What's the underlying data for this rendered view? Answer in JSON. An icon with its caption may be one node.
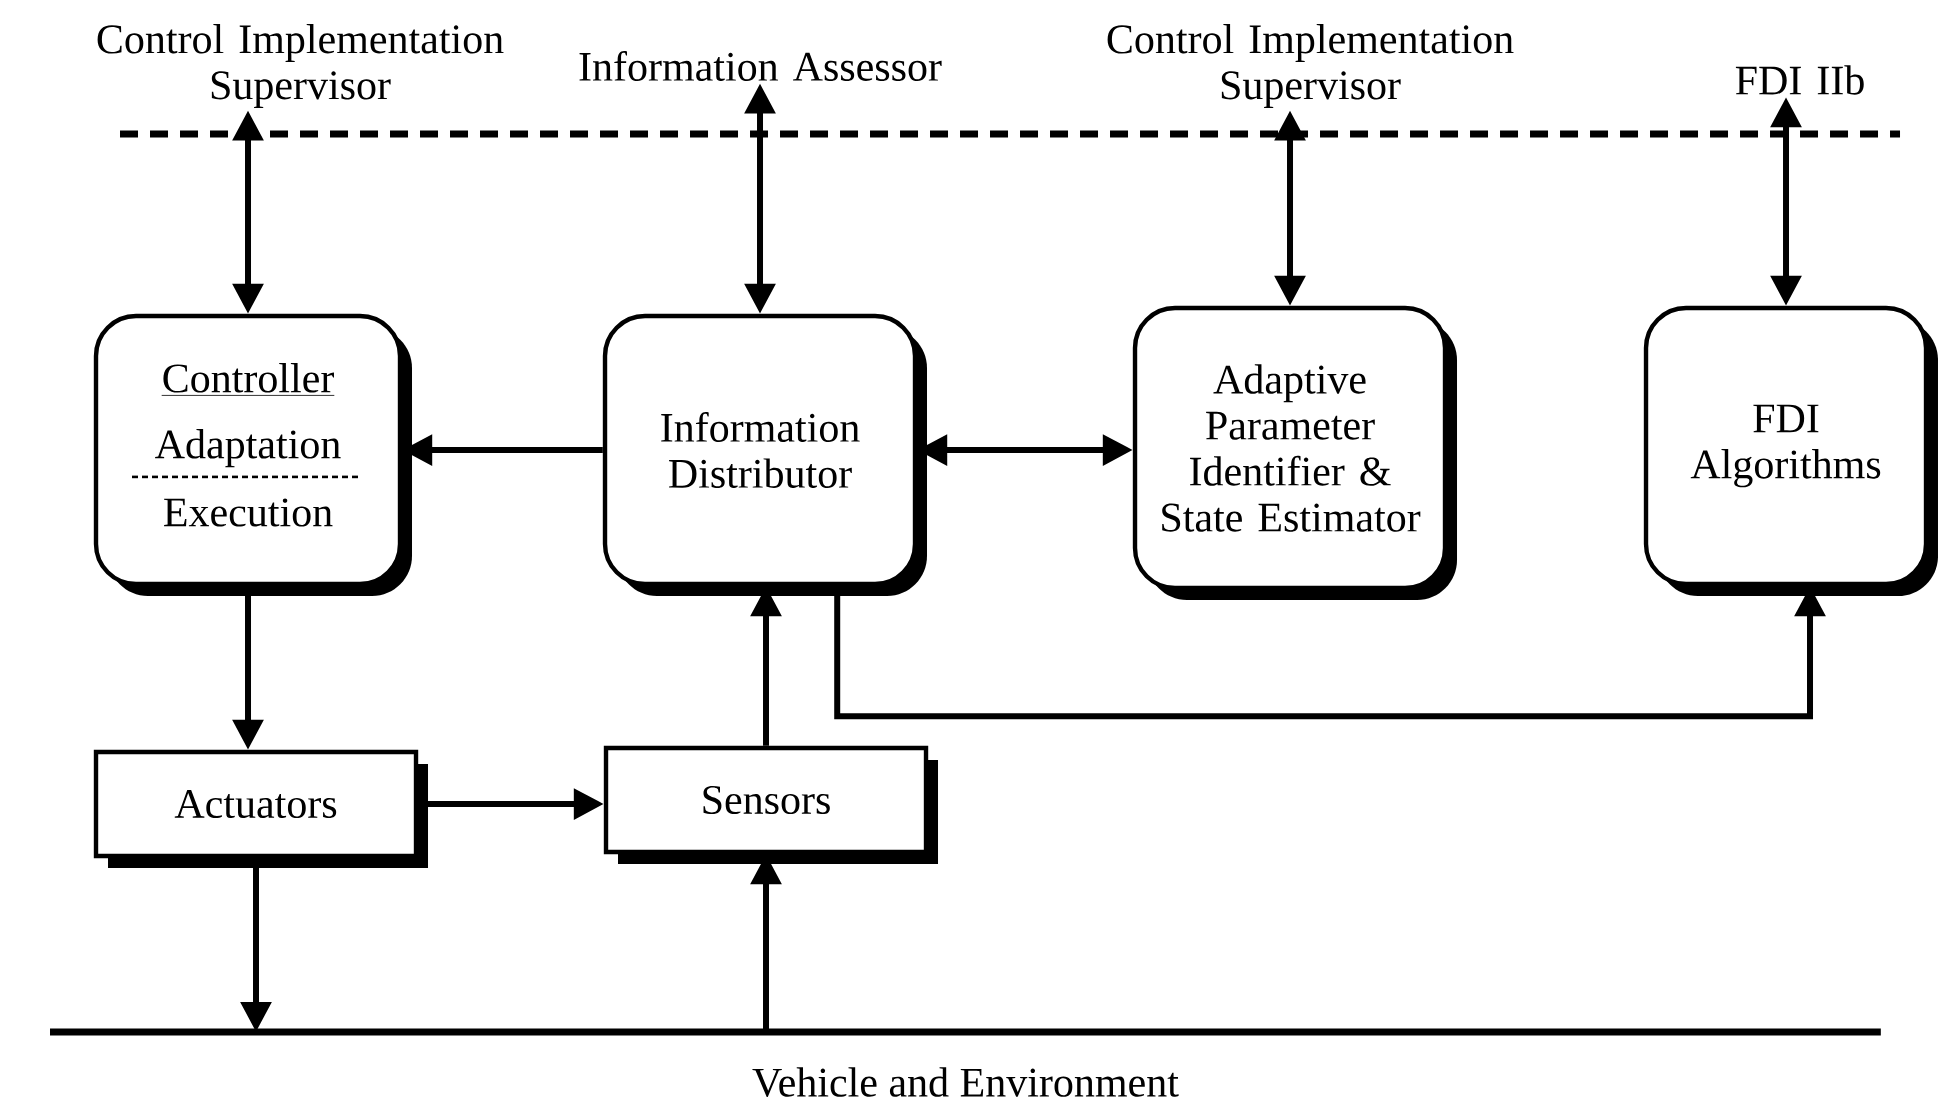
{
  "diagram": {
    "nodes": [
      {
        "text": [
          "Control Implementation Supervisor"
        ]
      },
      {
        "text": [
          "Information Assessor"
        ]
      },
      {
        "text": [
          "Control Implementation Supervisor"
        ]
      },
      {
        "text": [
          "FDI IIb"
        ]
      },
      {
        "text": [
          "Controller",
          "Adaptation",
          "Execution"
        ]
      },
      {
        "text": [
          "Information Distributor"
        ]
      },
      {
        "text": [
          "Adaptive Parameter Identifier & State Estimator"
        ]
      },
      {
        "text": [
          "FDI Algorithms"
        ]
      },
      {
        "text": [
          "Actuators"
        ]
      },
      {
        "text": [
          "Sensors"
        ]
      },
      {
        "text": [
          "Vehicle and Environment"
        ]
      }
    ],
    "edges": [
      {
        "from": 4,
        "to": 0,
        "arrow": "both"
      },
      {
        "from": 5,
        "to": 1,
        "arrow": "both"
      },
      {
        "from": 6,
        "to": 2,
        "arrow": "both"
      },
      {
        "from": 7,
        "to": 3,
        "arrow": "both"
      },
      {
        "from": 5,
        "to": 4,
        "arrow": "to"
      },
      {
        "from": 5,
        "to": 6,
        "arrow": "both"
      },
      {
        "from": 5,
        "to": 7,
        "arrow": "to"
      },
      {
        "from": 9,
        "to": 5,
        "arrow": "to"
      },
      {
        "from": 4,
        "to": 8,
        "arrow": "to"
      },
      {
        "from": 8,
        "to": 9,
        "arrow": "to"
      },
      {
        "from": 8,
        "to": 10,
        "arrow": "to"
      },
      {
        "from": 10,
        "to": 9,
        "arrow": "to"
      }
    ]
  }
}
